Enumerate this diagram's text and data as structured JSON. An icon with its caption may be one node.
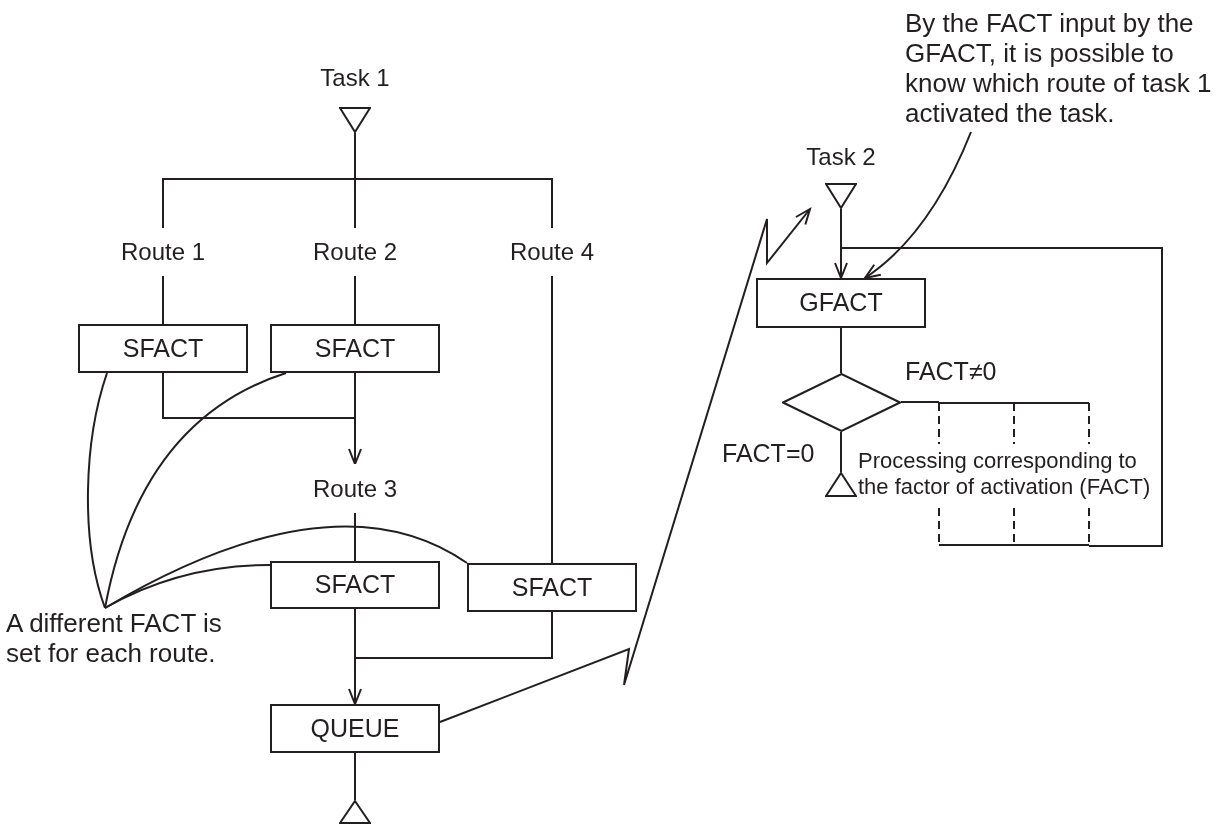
{
  "diagram": {
    "nodes": [
      {
        "text": [
          "Task 1"
        ]
      },
      {
        "text": [
          "Route 1"
        ]
      },
      {
        "text": [
          "Route 2"
        ]
      },
      {
        "text": [
          "Route 4"
        ]
      },
      {
        "text": [
          "SFACT"
        ]
      },
      {
        "text": [
          "SFACT"
        ]
      },
      {
        "text": [
          "Route 3"
        ]
      },
      {
        "text": [
          "SFACT"
        ]
      },
      {
        "text": [
          "SFACT"
        ]
      },
      {
        "text": [
          "QUEUE"
        ]
      },
      {
        "text": [],
        "shape": "triangle"
      },
      {
        "text": [
          "A different FACT is set for each route."
        ]
      },
      {
        "text": [
          "By the FACT input by the GFACT, it is possible to know which route of task 1 activated the task."
        ]
      },
      {
        "text": [
          "Task 2"
        ]
      },
      {
        "text": [
          "GFACT"
        ]
      },
      {
        "text": [],
        "shape": "diamond"
      },
      {
        "text": [],
        "shape": "triangle"
      },
      {
        "text": [
          "Processing corresponding to the factor of activation (FACT)"
        ]
      }
    ],
    "edges": [
      {
        "from": 0,
        "to": 1,
        "arrow": "none"
      },
      {
        "from": 0,
        "to": 2,
        "arrow": "none"
      },
      {
        "from": 0,
        "to": 3,
        "arrow": "none"
      },
      {
        "from": 1,
        "to": 4,
        "arrow": "none"
      },
      {
        "from": 2,
        "to": 5,
        "arrow": "none"
      },
      {
        "from": 5,
        "to": 6,
        "arrow": "none"
      },
      {
        "from": 4,
        "to": 6,
        "arrow": "to"
      },
      {
        "from": 6,
        "to": 7,
        "arrow": "none"
      },
      {
        "from": 3,
        "to": 8,
        "arrow": "none"
      },
      {
        "from": 7,
        "to": 9,
        "arrow": "none"
      },
      {
        "from": 8,
        "to": 9,
        "arrow": "to"
      },
      {
        "from": 9,
        "to": 10,
        "arrow": "none"
      },
      {
        "from": 11,
        "to": 4,
        "arrow": "none"
      },
      {
        "from": 11,
        "to": 5,
        "arrow": "none"
      },
      {
        "from": 11,
        "to": 8,
        "arrow": "none"
      },
      {
        "from": 11,
        "to": 7,
        "arrow": "none"
      },
      {
        "from": 9,
        "to": 13,
        "arrow": "to"
      },
      {
        "from": 13,
        "to": 14,
        "arrow": "none"
      },
      {
        "from": 14,
        "to": 15,
        "arrow": "none"
      },
      {
        "from": 15,
        "to": 16,
        "arrow": "none",
        "label": "FACT=0"
      },
      {
        "from": 15,
        "to": 17,
        "arrow": "none",
        "label": "FACT≠0"
      },
      {
        "from": 17,
        "to": 14,
        "arrow": "to"
      },
      {
        "from": 12,
        "to": 14,
        "arrow": "to"
      }
    ]
  }
}
